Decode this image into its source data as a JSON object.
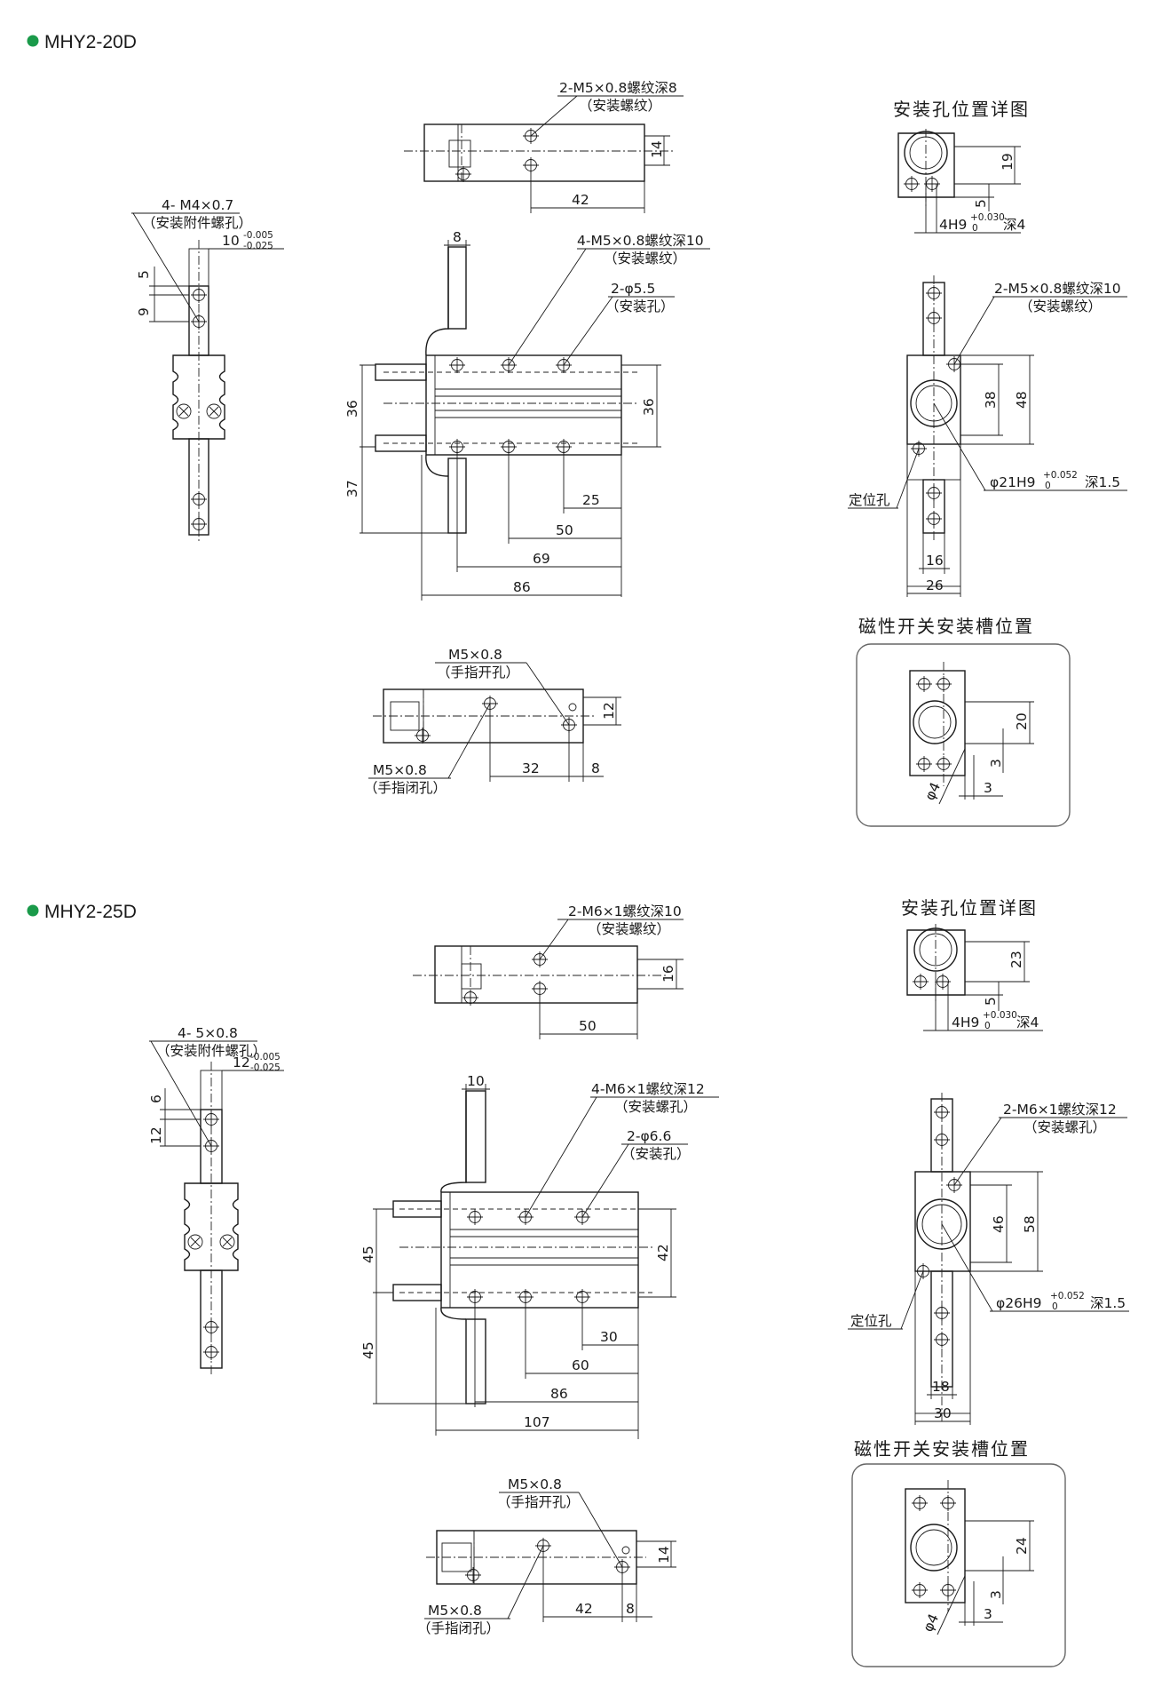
{
  "colors": {
    "bullet": "#1a9a4a",
    "line": "#1a1a1a",
    "panel_border": "#666666"
  },
  "sections": [
    {
      "title": "MHY2-20D",
      "detail_title": "安装孔位置详图",
      "slot_title": "磁性开关安装槽位置",
      "labels": {
        "top_thread": "2-M5×0.8螺纹深8",
        "top_thread_note": "（安装螺纹）",
        "top_w": "42",
        "top_h": "14",
        "side_thread": "4- M4×0.7",
        "side_thread_note": "（安装附件螺孔）",
        "side_tol_base": "10",
        "side_tol_up": "-0.005",
        "side_tol_dn": "-0.025",
        "side_a": "5",
        "side_b": "9",
        "front_finger": "8",
        "front_thread": "4-M5×0.8螺纹深10",
        "front_thread_note": "（安装螺纹）",
        "front_hole": "2-φ5.5",
        "front_hole_note": "（安装孔）",
        "front_h_left": "36",
        "front_h_right": "36",
        "front_h_low": "37",
        "front_d1": "25",
        "front_d2": "50",
        "front_d3": "69",
        "front_d4": "86",
        "bot_open": "M5×0.8",
        "bot_open_note": "（手指开孔）",
        "bot_close": "M5×0.8",
        "bot_close_note": "（手指闭孔）",
        "bot_w": "32",
        "bot_w2": "8",
        "bot_h": "12",
        "det_h": "19",
        "det_a": "5",
        "det_base": "4H9",
        "det_up": "+0.030",
        "det_dn": "0",
        "det_depth": "深4",
        "end_thread": "2-M5×0.8螺纹深10",
        "end_thread_note": "（安装螺纹）",
        "end_h1": "38",
        "end_h2": "48",
        "end_bore_base": "φ21H9",
        "end_bore_up": "+0.052",
        "end_bore_dn": "0",
        "end_bore_depth": "深1.5",
        "end_pin": "定位孔",
        "end_w1": "16",
        "end_w2": "26",
        "slot_h": "20",
        "slot_a": "3",
        "slot_b": "3",
        "slot_phi": "φ4"
      }
    },
    {
      "title": "MHY2-25D",
      "detail_title": "安装孔位置详图",
      "slot_title": "磁性开关安装槽位置",
      "labels": {
        "top_thread": "2-M6×1螺纹深10",
        "top_thread_note": "（安装螺纹）",
        "top_w": "50",
        "top_h": "16",
        "side_thread": "4- 5×0.8",
        "side_thread_note": "（安装附件螺孔）",
        "side_tol_base": "12",
        "side_tol_up": "-0.005",
        "side_tol_dn": "-0.025",
        "side_a": "6",
        "side_b": "12",
        "front_finger": "10",
        "front_thread": "4-M6×1螺纹深12",
        "front_thread_note": "（安装螺孔）",
        "front_hole": "2-φ6.6",
        "front_hole_note": "（安装孔）",
        "front_h_left": "45",
        "front_h_right": "42",
        "front_h_low": "45",
        "front_d1": "30",
        "front_d2": "60",
        "front_d3": "86",
        "front_d4": "107",
        "bot_open": "M5×0.8",
        "bot_open_note": "（手指开孔）",
        "bot_close": "M5×0.8",
        "bot_close_note": "（手指闭孔）",
        "bot_w": "42",
        "bot_w2": "8",
        "bot_h": "14",
        "det_h": "23",
        "det_a": "5",
        "det_base": "4H9",
        "det_up": "+0.030",
        "det_dn": "0",
        "det_depth": "深4",
        "end_thread": "2-M6×1螺纹深12",
        "end_thread_note": "（安装螺孔）",
        "end_h1": "46",
        "end_h2": "58",
        "end_bore_base": "φ26H9",
        "end_bore_up": "+0.052",
        "end_bore_dn": "0",
        "end_bore_depth": "深1.5",
        "end_pin": "定位孔",
        "end_w1": "18",
        "end_w2": "30",
        "slot_h": "24",
        "slot_a": "3",
        "slot_b": "3",
        "slot_phi": "φ4"
      }
    }
  ]
}
